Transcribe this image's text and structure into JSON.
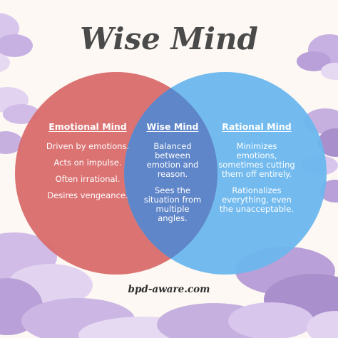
{
  "title": "Wise Mind",
  "emotional": {
    "heading": "Emotional Mind",
    "items": [
      "Driven by emotions.",
      "Acts on impulse.",
      "Often irrational.",
      "Desires vengeance."
    ]
  },
  "wise": {
    "heading": "Wise Mind",
    "items": [
      "Balanced between emotion and reason.",
      "Sees the situation from multiple angles."
    ]
  },
  "rational": {
    "heading": "Rational Mind",
    "items": [
      "Minimizes emotions, sometimes cutting them off entirely.",
      "Rationalizes everything, even the unacceptable."
    ]
  },
  "footer": "bpd-aware.com",
  "colors": {
    "emotional_circle": "#d96b6b",
    "rational_circle": "#6cb7ee",
    "overlap": "#5f86c8",
    "cloud_light": "#d9c6ec",
    "cloud_mid": "#b9a0d8",
    "background": "#fdf8f3"
  }
}
